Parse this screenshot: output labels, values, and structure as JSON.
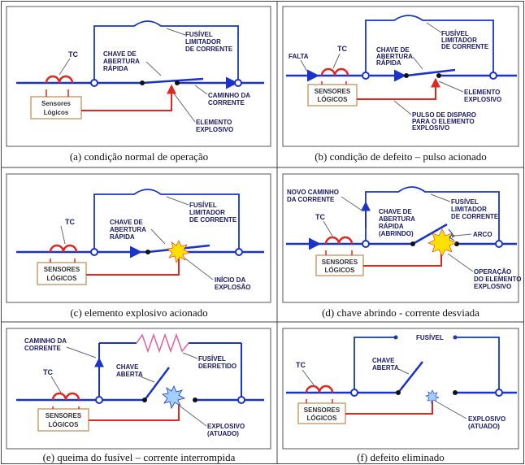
{
  "colors": {
    "line": "#1a33cc",
    "red": "#e0281e",
    "box_border": "#c8a070",
    "gray": "#6a6a6a",
    "pink": "#e060a0"
  },
  "panels": {
    "a": {
      "caption": "(a) condição normal de operação",
      "tc": "TC",
      "sensors": [
        "Sensores",
        "Lógicos"
      ],
      "switch": [
        "CHAVE DE",
        "ABERTURA",
        "RÁPIDA"
      ],
      "fuse": [
        "FUSÍVEL",
        "LIMITADOR",
        "DE CORRENTE"
      ],
      "path": [
        "CAMINHO DA",
        "CORRENTE"
      ],
      "element": [
        "ELEMENTO",
        "EXPLOSIVO"
      ]
    },
    "b": {
      "caption": "(b) condição de defeito – pulso acionado",
      "fault": "FALTA",
      "tc": "TC",
      "sensors": [
        "SENSORES",
        "LÓGICOS"
      ],
      "switch": [
        "CHAVE DE",
        "ABERTURA",
        "RÁPIDA"
      ],
      "fuse": [
        "FUSÍVEL",
        "LIMITADOR",
        "DE CORRENTE"
      ],
      "element": [
        "ELEMENTO",
        "EXPLOSIVO"
      ],
      "pulse": [
        "PULSO DE DISPARO",
        "PARA O ELEMENTO",
        "EXPLOSIVO"
      ]
    },
    "c": {
      "caption": "(c) elemento explosivo acionado",
      "tc": "TC",
      "sensors": [
        "SENSORES",
        "LÓGICOS"
      ],
      "switch": [
        "CHAVE DE",
        "ABERTURA",
        "RÁPIDA"
      ],
      "fuse": [
        "FUSÍVEL",
        "LIMITADOR",
        "DE CORRENTE"
      ],
      "start": [
        "INÍCIO DA",
        "EXPLOSÃO"
      ]
    },
    "d": {
      "caption": "(d) chave abrindo - corrente desviada",
      "new_path": [
        "NOVO CAMINHO",
        "DA CORRENTE"
      ],
      "tc": "TC",
      "sensors": [
        "SENSORES",
        "LÓGICOS"
      ],
      "switch": [
        "CHAVE DE",
        "ABERTURA",
        "RÁPIDA",
        "(ABRINDO)"
      ],
      "fuse": [
        "FUSÍVEL",
        "LIMITADOR",
        "DE CORRENTE"
      ],
      "arc": "ARCO",
      "operation": [
        "OPERAÇÃO",
        "DO ELEMENTO",
        "EXPLOSIVO"
      ]
    },
    "e": {
      "caption": "(e) queima do fusível – corrente interrompida",
      "path": [
        "CAMINHO DA",
        "CORRENTE"
      ],
      "tc": "TC",
      "sensors": [
        "SENSORES",
        "LÓGICOS"
      ],
      "switch": [
        "CHAVE",
        "ABERTA"
      ],
      "fuse": [
        "FUSÍVEL",
        "DERRETIDO"
      ],
      "explosive": [
        "EXPLOSIVO",
        "(ATUADO)"
      ]
    },
    "f": {
      "caption": "(f) defeito eliminado",
      "fuse": "FUSÍVEL",
      "tc": "TC",
      "switch": [
        "CHAVE",
        "ABERTA"
      ],
      "sensors": [
        "SENSORES",
        "LÓGICOS"
      ],
      "explosive": [
        "EXPLOSIVO",
        "(ATUADO)"
      ]
    }
  }
}
